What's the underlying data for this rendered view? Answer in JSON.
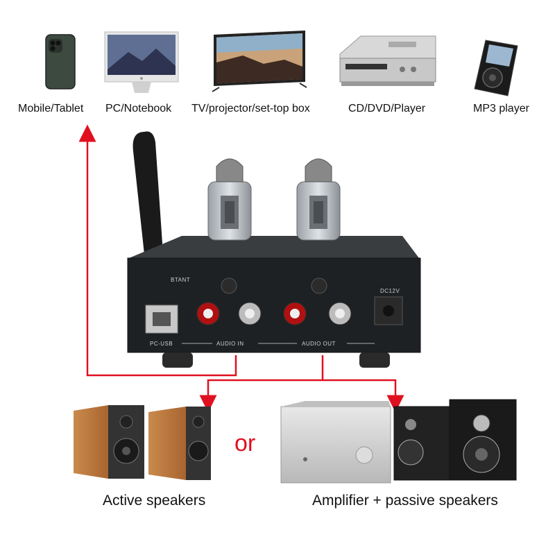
{
  "sources": [
    {
      "id": "mobile",
      "label": "Mobile/Tablet",
      "icon": "smartphone-icon"
    },
    {
      "id": "pc",
      "label": "PC/Notebook",
      "icon": "monitor-icon"
    },
    {
      "id": "tv",
      "label": "TV/projector/set-top box",
      "icon": "tv-icon"
    },
    {
      "id": "cd",
      "label": "CD/DVD/Player",
      "icon": "cd-player-icon"
    },
    {
      "id": "mp3",
      "label": "MP3 player",
      "icon": "mp3-player-icon"
    }
  ],
  "device": {
    "labels": {
      "btant": "BTANT",
      "dc": "DC12V",
      "pc_usb": "PC-USB",
      "audio_in": "AUDIO IN",
      "audio_out": "AUDIO OUT"
    }
  },
  "outputs": {
    "active": "Active speakers",
    "or": "or",
    "passive": "Amplifier + passive speakers"
  },
  "colors": {
    "arrow": "#e01020",
    "device_body": "#1e2124",
    "speaker_wood": "#b8743e"
  }
}
